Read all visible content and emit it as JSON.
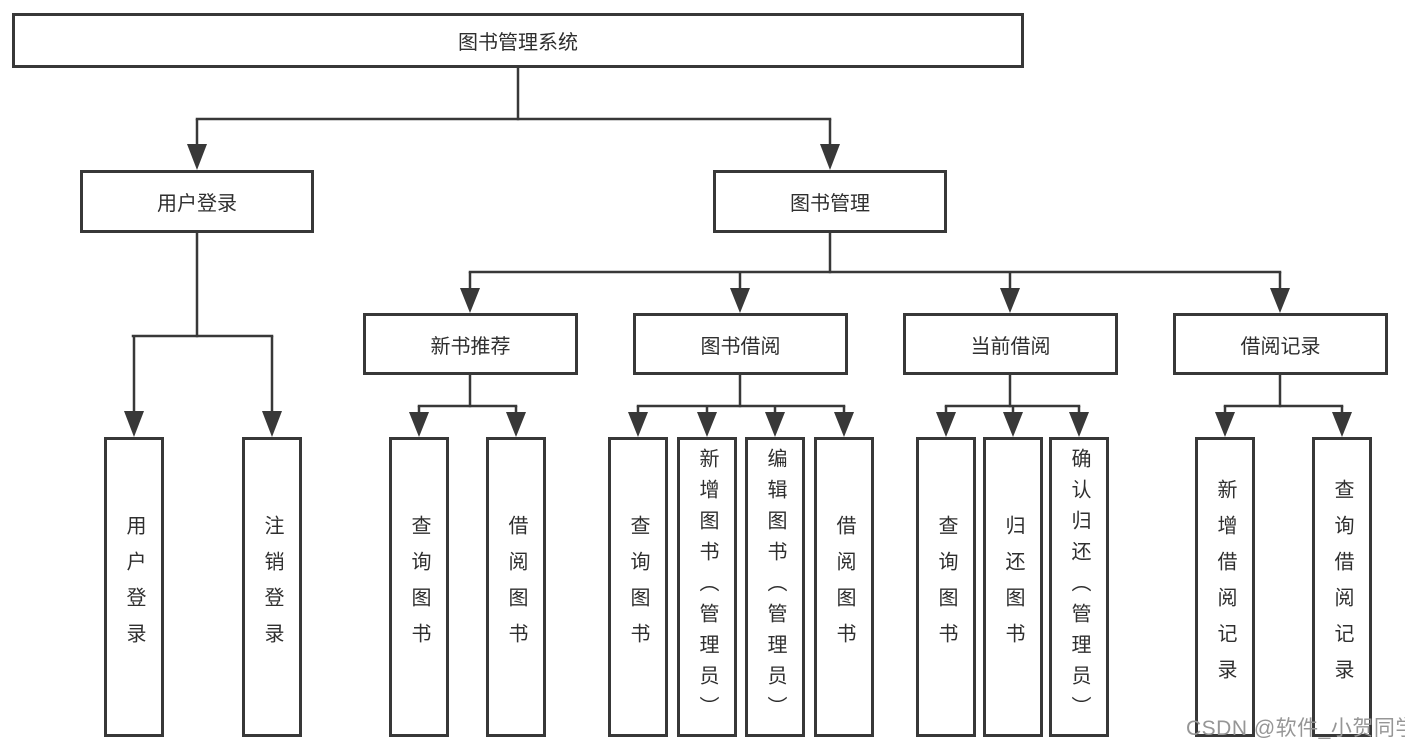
{
  "colors": {
    "page-bg": "#ffffff",
    "line": "#383838",
    "text": "#2f2f2f",
    "box-fill": "#ffffff",
    "watermark": "#969696"
  },
  "tree": {
    "label": "图书管理系统",
    "children": [
      {
        "label": "用户登录",
        "children": [
          {
            "label": "用户登录"
          },
          {
            "label": "注销登录"
          }
        ]
      },
      {
        "label": "图书管理",
        "children": [
          {
            "label": "新书推荐",
            "children": [
              {
                "label": "查询图书"
              },
              {
                "label": "借阅图书"
              }
            ]
          },
          {
            "label": "图书借阅",
            "children": [
              {
                "label": "查询图书"
              },
              {
                "label": "新增图书（管理员）"
              },
              {
                "label": "编辑图书（管理员）"
              },
              {
                "label": "借阅图书"
              }
            ]
          },
          {
            "label": "当前借阅",
            "children": [
              {
                "label": "查询图书"
              },
              {
                "label": "归还图书"
              },
              {
                "label": "确认归还（管理员）"
              }
            ]
          },
          {
            "label": "借阅记录",
            "children": [
              {
                "label": "新增借阅记录"
              },
              {
                "label": "查询借阅记录"
              }
            ]
          }
        ]
      }
    ]
  },
  "watermark": {
    "text": "CSDN @软件_小贺同学"
  }
}
